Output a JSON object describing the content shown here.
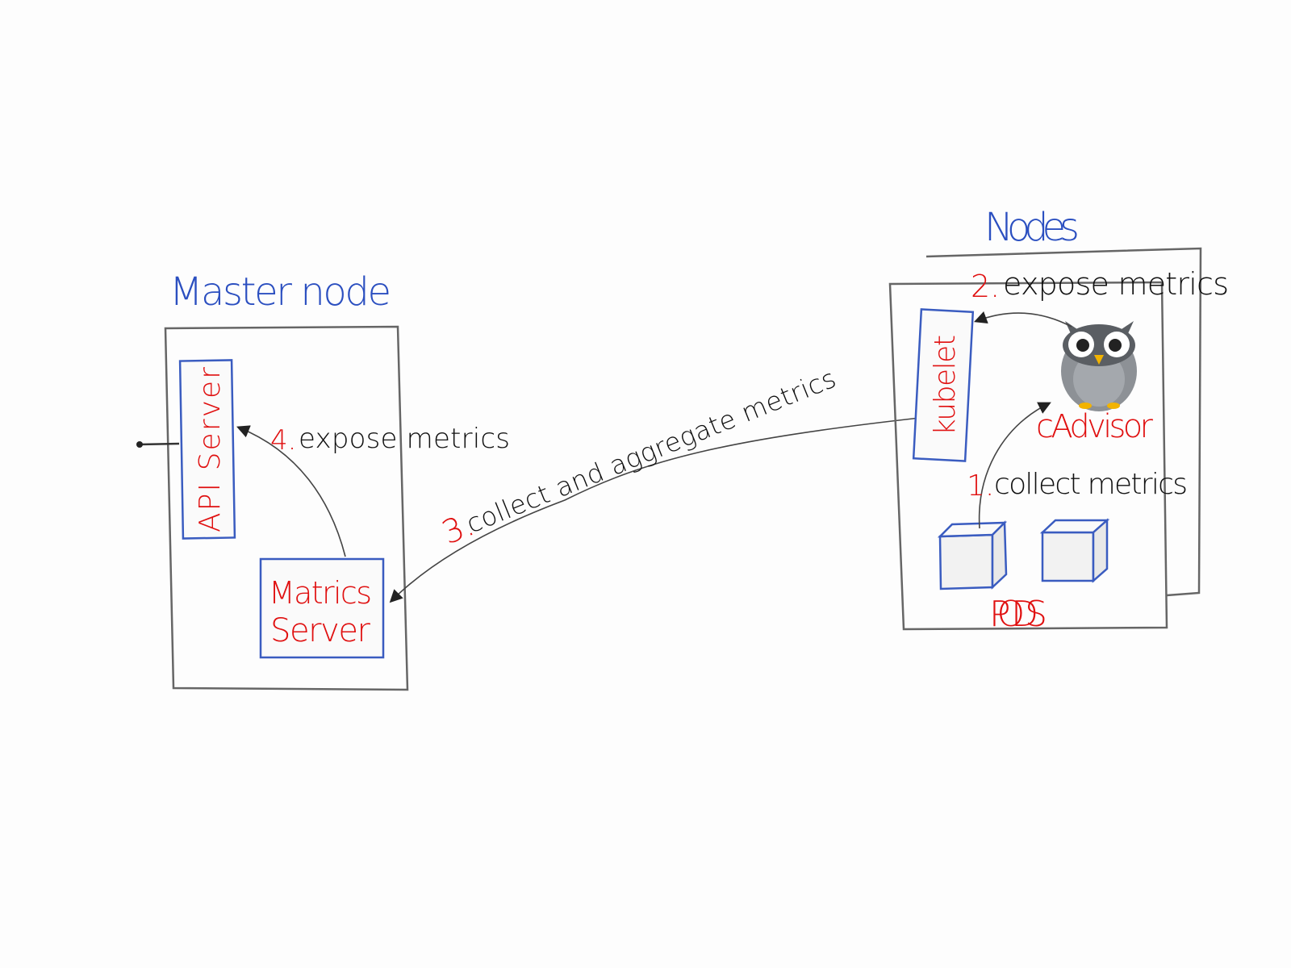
{
  "master": {
    "title": "Master node",
    "api_server": "API Server",
    "metrics_server_line1": "Matrics",
    "metrics_server_line2": "Server"
  },
  "nodes": {
    "title": "Nodes",
    "kubelet": "kubelet",
    "cadvisor": "cAdvisor",
    "pods": "PODS"
  },
  "steps": [
    {
      "num": "1.",
      "text": "collect metrics"
    },
    {
      "num": "2.",
      "text": "expose metrics"
    },
    {
      "num": "3.",
      "text": "collect and aggregate metrics"
    },
    {
      "num": "4.",
      "text": "expose metrics"
    }
  ],
  "colors": {
    "title": "#2b4fc0",
    "component": "#e01010",
    "box": "#666666"
  }
}
